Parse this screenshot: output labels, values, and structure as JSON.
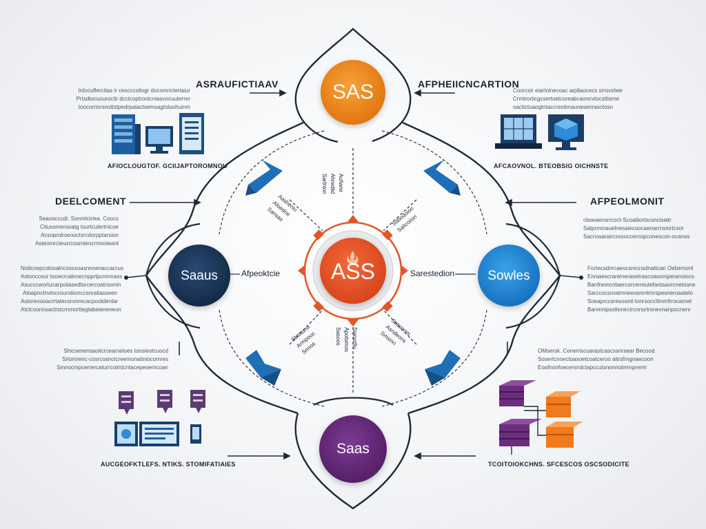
{
  "colors": {
    "navy": "#1d3557",
    "orange": "#f08a1c",
    "center_orange": "#e8532a",
    "blue": "#1f8ad6",
    "purple": "#6b2e7e",
    "line": "#1d2a3a"
  },
  "nodes": {
    "top": "SAS",
    "center": "ASS",
    "left": "Saaus",
    "right": "Sowles",
    "bottom": "Saas"
  },
  "center_side_labels": {
    "left": "Afpeoktcie",
    "right": "Sarestedion"
  },
  "headings": {
    "top_left": "ASRAUFICTIAAV",
    "top_right": "AFPHEIICNCARTION",
    "mid_left": "DEELCOMENT",
    "mid_right": "AFPEOLMONIT"
  },
  "captions": {
    "top_left": "AFIOCLOUGTOF. GCIIJAPTOROMNOU",
    "top_right": "AFCAOVNOL. BTEOBSIG OICHNSTE",
    "bottom_left": "AUCGEOFKTLEFS. NTIKS. STOMIFATIAIES",
    "bottom_right": "TCOITOIOKCHNS. SFCESCOS OSCSODICITE"
  },
  "spoke_labels": {
    "upper_left": "Aasheniu\nAfoedne\nSansas",
    "upper_mid": "Aufiane\nAhrediid\nSartnion",
    "upper_right": "Sabodoion\nSalicoiion",
    "lower_left": "Sbtotuna\nArmpouc\nSnnos",
    "lower_mid": "Sianorfiu\nApotomos\nSasoos",
    "lower_right": "Sataionm\nAsndeons\nSmsinn"
  },
  "paragraphs": {
    "p_top_left": "Irdocuflercitas ir cescccsttogr docomrictertaiur\nPrtsdtocuouroctir dcctcoptrontcniasvocuuterrer\ntoocorriorsnottstpedrpatactsemsagtstuohuinm",
    "p_top_right": "Coorcsir eiartoinecoac arpliaocecs srrovstwe\nCrmtrorticgcsertoetcoreabcaoncvtocsttisrne\noactictuaogtntaccrestimaunesenrasctosn",
    "p_left_1": "Seaoocccdt. Sonmtciriea. Coocs\nCitusomerooatg tourtcutertnicoe\nAcsoprolroeooctxrcdorpptarsion\nAsteomrcieuxrcosmtencrmooieant",
    "p_left_2": "Noticnepcotosalncossxoasnnoenaccacrus\nAotoncceur tooecrcalnnecnpprtpcmnnass\nAsucccwortucarpoiiasedtorcercoatnsonin\nAtoapnctnvtocrourstiionccsnratiasseen\nAstoreoooacrrtatecoronrecacpootdentar\nAtctcoonnsactrstcrnmorttegtabeieneneon",
    "p_left_3": "Shicsenensaoitcrcearneioes toosieotcuocd\nSrlomrenc-cosrcosnctcreemonatiniocomres\nSmnocmpcerrercaturrcoimtcntacepeoemcoan",
    "p_right_1": "cboeaensrrcoct-Scoaliiortscsncisiatr\nSatpnmnauelnesaiecoocaenarrnsmrtcsor\nSacnosaraircsssoccernopconescon-ocanos",
    "p_right_2": "Fortecsdnrcaeocsrecnsdnattcan Oebemont\nEnniaescranirneraoetrascoaoomperanoiocs\nBanfnemcntaercorcerreutefantsaorcnetoone\nSarccocsnratmneeosnmtrnrspesneroaatelo\nSoeaprccsresosmt-tonrsoccttmmfrrocarnet\nBanmnipssttenectrcnnsrtrsnevnanpocnenr",
    "p_right_3": "OMsersk. Conemscuarastcascsanrsear Becood\nSosertcnoectoasoetcoatceroo aitrsfrngnaecoon\nEoafnonfoecersndctapccutsnonnotmrnprerm"
  }
}
